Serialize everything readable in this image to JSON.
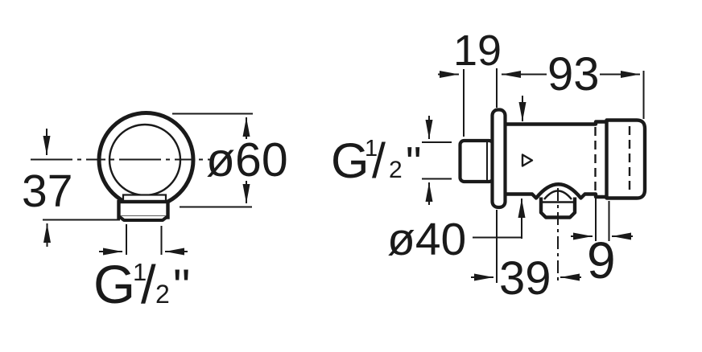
{
  "colors": {
    "ink": "#1a1a1a",
    "background": "#ffffff"
  },
  "front_view": {
    "offset_dim": "37",
    "outer_diameter_dim": "ø60",
    "thread": {
      "g": "G",
      "num": "1",
      "slash": "/",
      "den": "2",
      "inch": "\""
    }
  },
  "side_view": {
    "inlet_length_dim": "19",
    "body_length_dim": "93",
    "body_diameter_dim": "ø40",
    "outlet_offset_dim": "39",
    "button_travel_dim": "9",
    "thread": {
      "g": "G",
      "num": "1",
      "slash": "/",
      "den": "2",
      "inch": "\""
    }
  }
}
